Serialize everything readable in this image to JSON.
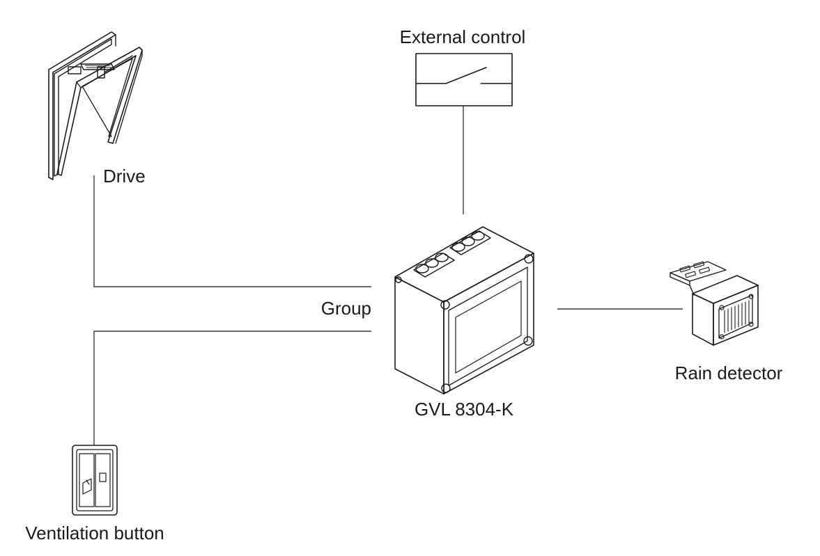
{
  "labels": {
    "external_control": "External control",
    "drive": "Drive",
    "group": "Group",
    "controller": "GVL 8304-K",
    "rain_detector": "Rain detector",
    "ventilation_button": "Ventilation button"
  },
  "colors": {
    "line": "#3a3a3a",
    "ink": "#1a1a1a",
    "background": "#ffffff"
  },
  "icons": {
    "drive": "roof-window-drive-icon",
    "external_control": "switch-contact-icon",
    "controller": "control-box-icon",
    "rain_detector": "rain-sensor-icon",
    "ventilation_button": "wall-switch-icon"
  }
}
